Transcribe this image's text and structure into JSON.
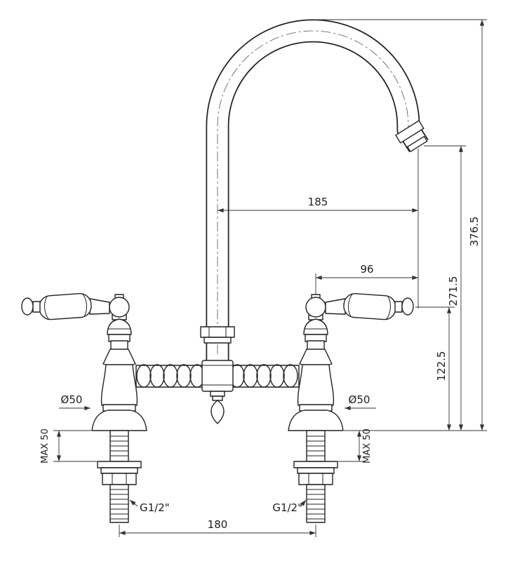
{
  "title": "Bridge faucet technical dimension drawing",
  "drawing": {
    "dimensions": {
      "spout_reach": "185",
      "overall_height": "376.5",
      "outlet_height": "271.5",
      "handle_offset": "96",
      "handle_height": "122.5",
      "base_diameter_left": "Ø50",
      "base_diameter_right": "Ø50",
      "max_deck_left": "MAX 50",
      "max_deck_right": "MAX 50",
      "thread_size_left": "G1/2\"",
      "thread_size_right": "G1/2\"",
      "inlet_spacing": "180"
    },
    "colors": {
      "line": "#222222",
      "dim_line": "#333333",
      "background": "#ffffff"
    }
  }
}
